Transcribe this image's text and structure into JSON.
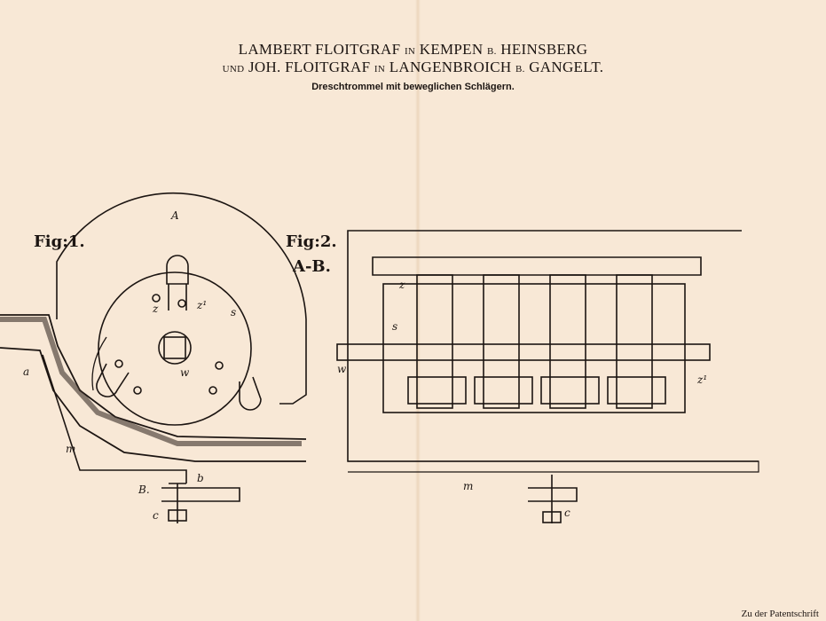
{
  "header": {
    "line1": {
      "name1": "LAMBERT FLOITGRAF",
      "in1": "IN",
      "place1": "KEMPEN",
      "b1": "B.",
      "region1": "HEINSBERG"
    },
    "line2": {
      "und": "UND",
      "name2": "JOH. FLOITGRAF",
      "in2": "IN",
      "place2": "LANGENBROICH",
      "b2": "B.",
      "region2": "GANGELT."
    },
    "subtitle": "Dreschtrommel mit beweglichen Schlägern."
  },
  "figures": {
    "fig1": {
      "title": "Fig:1.",
      "labels": {
        "A": "A",
        "B": "B.",
        "a": "a",
        "m": "m",
        "b": "b",
        "c": "c",
        "w": "w",
        "z": "z",
        "z1": "z¹",
        "s": "s"
      }
    },
    "fig2": {
      "title": "Fig:2.",
      "section": "A-B.",
      "labels": {
        "w": "w",
        "m": "m",
        "c": "c",
        "z": "z",
        "z1": "z¹",
        "s": "s"
      }
    }
  },
  "footer": "Zu der Patentschrift"
}
